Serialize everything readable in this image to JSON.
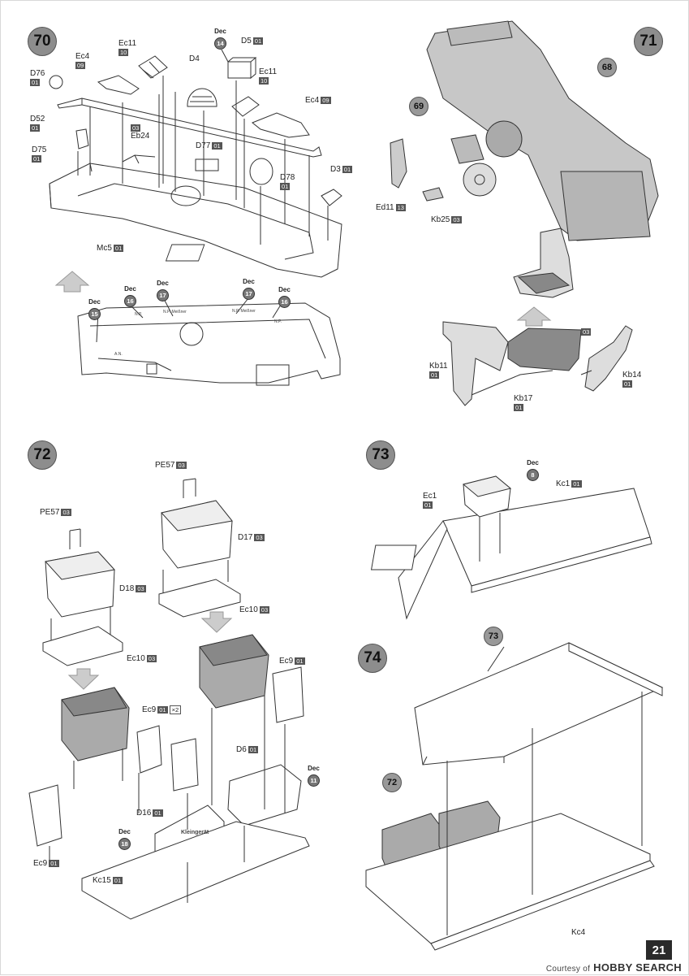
{
  "steps": {
    "s70": "70",
    "s71": "71",
    "s72": "72",
    "s73": "73",
    "s74": "74"
  },
  "callouts": {
    "c68": "68",
    "c69": "69",
    "c72": "72",
    "c73": "73"
  },
  "dec_word": "Dec",
  "dec_numbers": {
    "d14": "14",
    "d15": "15",
    "d16": "16",
    "d17": "17",
    "d8": "8",
    "d11": "11",
    "d18": "18"
  },
  "labels70": {
    "ec11a": "Ec11",
    "ec11a_code": "10",
    "ec4a": "Ec4",
    "ec4a_code": "09",
    "d76": "D76",
    "d76_code": "01",
    "d4": "D4",
    "d5": "D5",
    "d5_code": "01",
    "ec11b": "Ec11",
    "ec11b_code": "10",
    "ec4b": "Ec4",
    "ec4b_code": "09",
    "d52": "D52",
    "d52_code": "01",
    "eb24_code": "03",
    "eb24": "Eb24",
    "d75": "D75",
    "d75_code": "01",
    "d77": "D77",
    "d77_code": "01",
    "d78": "D78",
    "d78_code": "01",
    "d3": "D3",
    "d3_code": "01",
    "mc5": "Mc5",
    "mc5_code": "01",
    "np1": "N.P.",
    "np2": "N.P. Meißner",
    "np3": "N.P. Meißner",
    "np4": "N.P.",
    "na": "A.N."
  },
  "labels71": {
    "ed11": "Ed11",
    "ed11_code": "13",
    "kb25": "Kb25",
    "kb25_code": "03",
    "kb11": "Kb11",
    "kb11_code": "01",
    "kb17": "Kb17",
    "kb17_code": "01",
    "kb14": "Kb14",
    "kb14_code": "01",
    "seat_code": "03"
  },
  "labels72": {
    "pe57a": "PE57",
    "pe57a_code": "03",
    "pe57b": "PE57",
    "pe57b_code": "03",
    "d17": "D17",
    "d17_code": "03",
    "d18": "D18",
    "d18_code": "03",
    "ec10a": "Ec10",
    "ec10a_code": "03",
    "ec10b": "Ec10",
    "ec10b_code": "03",
    "ec9a": "Ec9",
    "ec9a_code": "01",
    "ec9b": "Ec9",
    "ec9b_code": "01",
    "ec9b_qty": "×2",
    "ec9c": "Ec9",
    "ec9c_code": "01",
    "d6": "D6",
    "d6_code": "01",
    "d16": "D16",
    "d16_code": "01",
    "kc15": "Kc15",
    "kc15_code": "01",
    "kleingerat": "Kleingerät"
  },
  "labels73": {
    "ec1": "Ec1",
    "ec1_code": "01",
    "kc1": "Kc1",
    "kc1_code": "01"
  },
  "labels74": {
    "kc4": "Kc4"
  },
  "page_number": "21",
  "watermark": {
    "brand": "HOBBY SEARCH",
    "sub": "Courtesy of"
  },
  "colors": {
    "badge": "#8d8d8d",
    "code_box": "#555555",
    "seat_fill": "#8a8a8a",
    "line": "#333333"
  }
}
